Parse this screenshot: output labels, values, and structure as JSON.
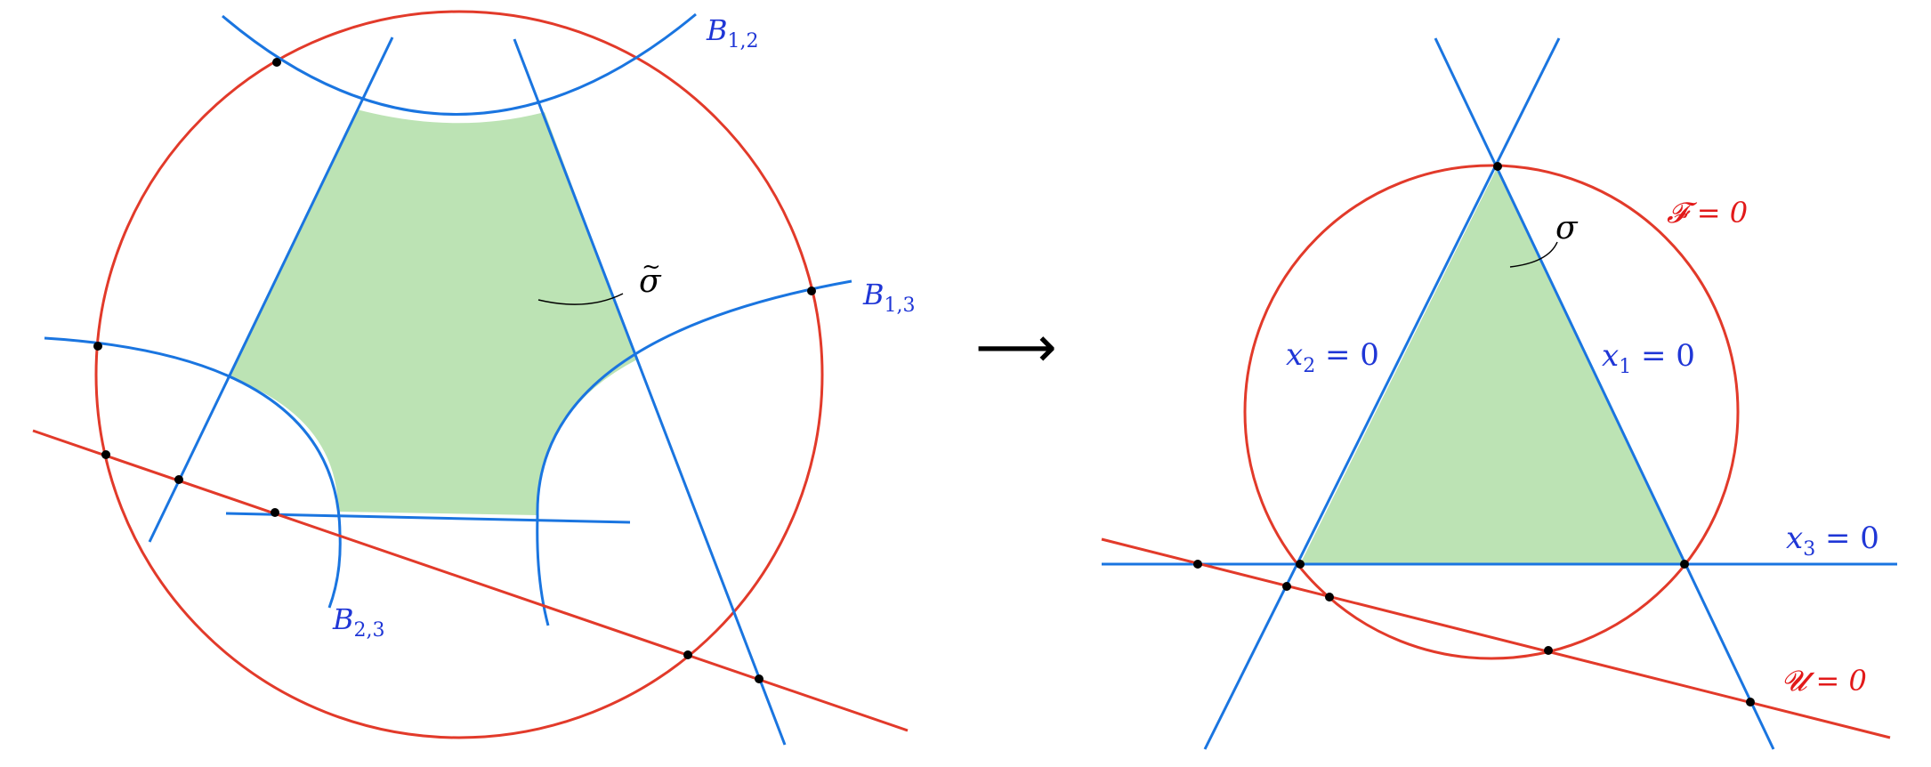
{
  "colors": {
    "blue": "#1a75e0",
    "red": "#e23a2a",
    "green": "#bce3b4",
    "label_blue": "#1f36d6",
    "label_red": "#e21a1a",
    "black": "#000000"
  },
  "labels": {
    "b12_main": "B",
    "b12_sub": "1,2",
    "b13_main": "B",
    "b13_sub": "1,3",
    "b23_main": "B",
    "b23_sub": "2,3",
    "sigma_tilde": "σ",
    "tilde": "~",
    "sigma": "σ",
    "f_eq": "𝓕 = 0",
    "u_eq": "𝓤 = 0",
    "x1_main": "x",
    "x1_sub": "1",
    "x1_rest": " = 0",
    "x2_main": "x",
    "x2_sub": "2",
    "x2_rest": " = 0",
    "x3_main": "x",
    "x3_sub": "3",
    "x3_rest": " = 0"
  },
  "arrow": "⟶"
}
